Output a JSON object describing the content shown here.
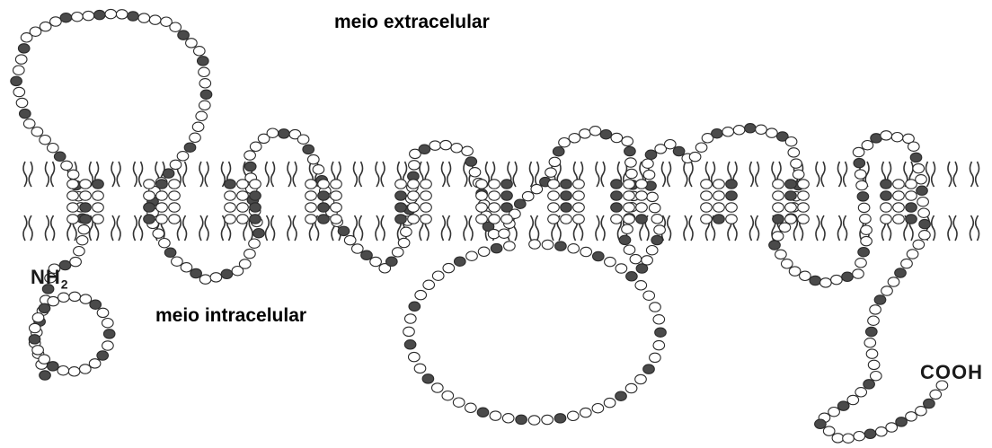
{
  "labels": {
    "extracellular": "meio extracelular",
    "intracellular": "meio intracelular",
    "n_terminus_main": "NH",
    "n_terminus_sub": "2",
    "c_terminus": "COOH"
  },
  "colors": {
    "residue_dark": "#4a4a4a",
    "residue_light": "#ffffff",
    "residue_outline": "#2a2a2a",
    "lipid_tail": "#333333"
  }
}
